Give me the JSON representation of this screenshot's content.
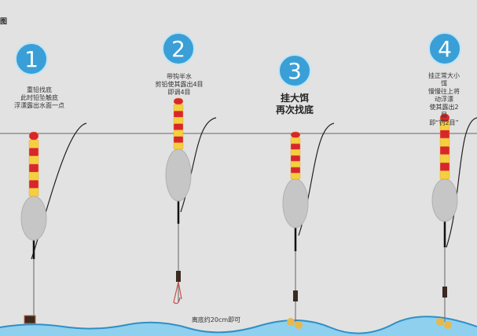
{
  "corner_text": "图",
  "colors": {
    "badge": "#3a9fd6",
    "red": "#d8262c",
    "yellow": "#f4d03f",
    "water_line": "#555555",
    "bottom": "#4fb3e0"
  },
  "steps": [
    {
      "number": "1",
      "caption": "重铅找底\n此时铅坠触底\n浮漂露出水面一点"
    },
    {
      "number": "2",
      "caption": "带钩半水\n剪铅使其露出4目\n即调4目"
    },
    {
      "number": "3",
      "caption": "挂大饵\n再次找底"
    },
    {
      "number": "4",
      "caption": "挂正常大小饵\n慢慢往上将动浮漂\n使其露出2目\n即“钓2目”"
    }
  ],
  "bottom_note": "离底约20cm即可"
}
